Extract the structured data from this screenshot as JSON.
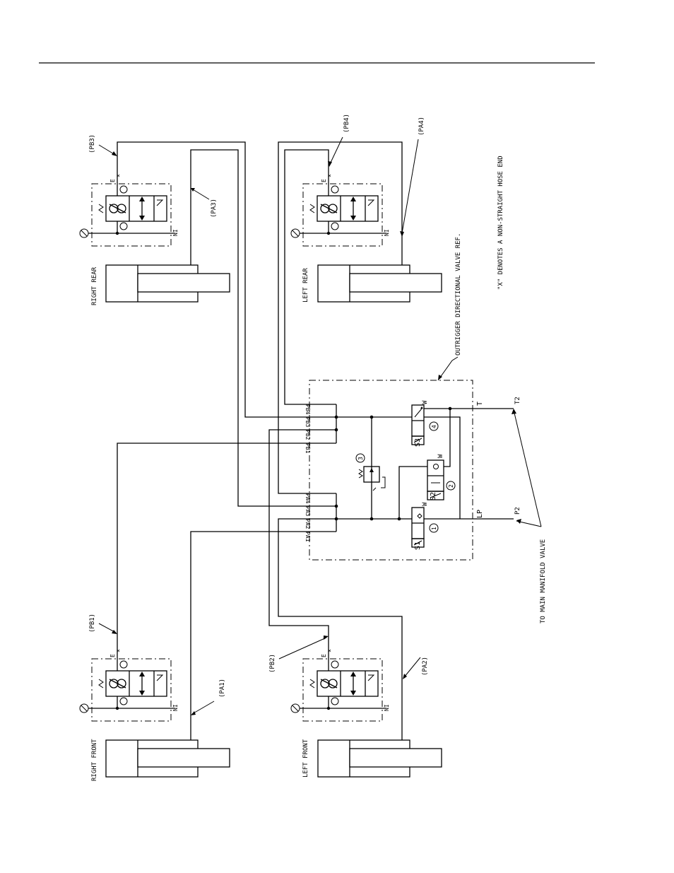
{
  "cylinders": {
    "right_rear": "RIGHT REAR",
    "left_rear": "LEFT REAR",
    "right_front": "RIGHT FRONT",
    "left_front": "LEFT FRONT"
  },
  "hoses": {
    "pb3": "(PB3)",
    "pa3": "(PA3)",
    "pb4": "(PB4)",
    "pa4": "(PA4)",
    "pb1": "(PB1)",
    "pa1": "(PA1)",
    "pb2": "(PB2)",
    "pa2": "(PA2)"
  },
  "ports": {
    "pb4": "PB4",
    "pb3": "PB3",
    "pb2": "PB2",
    "pb1": "PB1",
    "pa4": "PA4",
    "pa3": "PA3",
    "pa2": "PA2",
    "pa1": "PA1",
    "t": "T",
    "lp": "LP",
    "t2": "T2",
    "p2": "P2"
  },
  "valve_marks": {
    "e": "E",
    "x": "×",
    "ni": "NI",
    "w": "W",
    "one": "1",
    "two": "2",
    "three": "3",
    "four": "4",
    "s1": "S1",
    "s2": "S2",
    "s3": "S3"
  },
  "notes": {
    "directional_valve": "OUTRIGGER DIRECTIONAL VALVE REF.",
    "hose_end": "\"X\" DENOTES A NON-STRAIGHT HOSE END",
    "main_manifold": "TO MAIN MANIFOLD VALVE"
  }
}
